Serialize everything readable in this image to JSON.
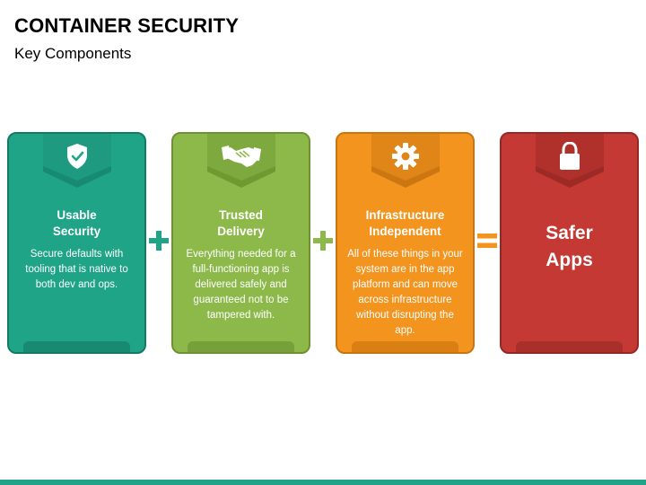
{
  "header": {
    "title": "CONTAINER SECURITY",
    "subtitle": "Key Components"
  },
  "cards": [
    {
      "title_line1": "Usable",
      "title_line2": "Security",
      "desc": "Secure defaults with tooling that is native to both dev and ops.",
      "icon": "shield-check-icon",
      "color": "#1fa487",
      "badge_color": "#178a71"
    },
    {
      "title_line1": "Trusted",
      "title_line2": "Delivery",
      "desc": "Everything needed for a full-functioning app is delivered safely and guaranteed not to be tampered with.",
      "icon": "handshake-icon",
      "color": "#8db94a",
      "badge_color": "#6f9a32"
    },
    {
      "title_line1": "Infrastructure",
      "title_line2": "Independent",
      "desc": "All of these things in your system are in the app platform and can move across infrastructure without disrupting the app.",
      "icon": "gear-icon",
      "color": "#f2941e",
      "badge_color": "#cc7612"
    },
    {
      "title_line1": "Safer",
      "title_line2": "Apps",
      "desc": "",
      "icon": "lock-icon",
      "color": "#c53934",
      "badge_color": "#9e2a25"
    }
  ],
  "operators": [
    {
      "symbol": "plus",
      "color": "#1fa487"
    },
    {
      "symbol": "plus",
      "color": "#8db94a"
    },
    {
      "symbol": "equals",
      "color": "#f2941e"
    }
  ]
}
